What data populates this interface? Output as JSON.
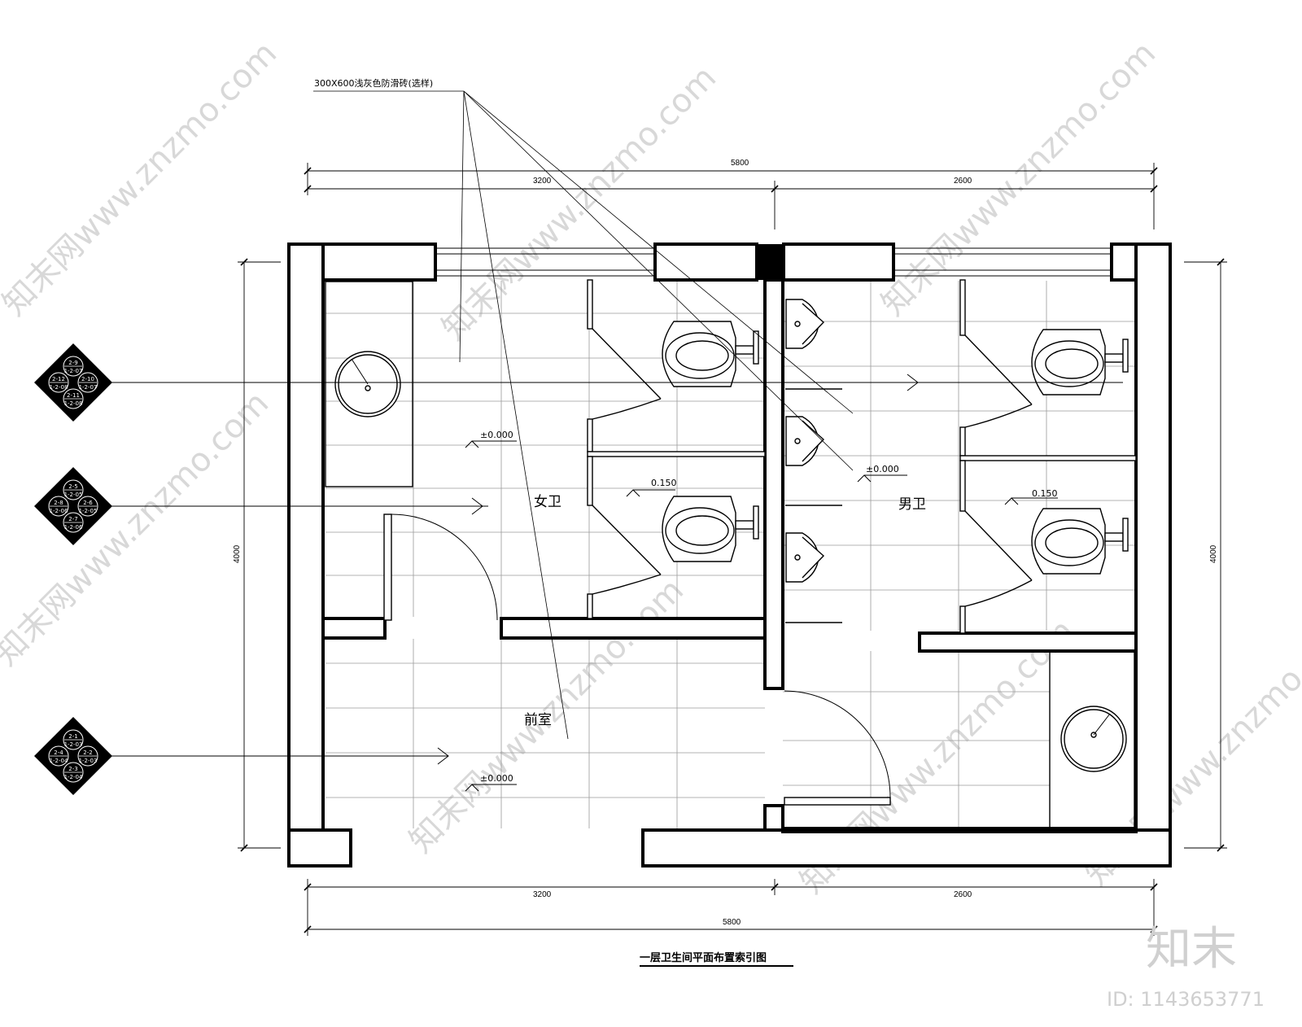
{
  "title": "一层卫生间平面布置索引图",
  "material_note": "300X600浅灰色防滑砖(选样)",
  "dimensions": {
    "top_total": "5800",
    "top_left": "3200",
    "top_right": "2600",
    "bottom_left": "3200",
    "bottom_right": "2600",
    "bottom_total": "5800",
    "left_height": "4000",
    "right_height": "4000"
  },
  "rooms": {
    "women": "女卫",
    "men": "男卫",
    "anteroom": "前室"
  },
  "levels": {
    "women_floor": "±0.000",
    "women_stall": "0.150",
    "men_floor": "±0.000",
    "men_stall": "0.150",
    "anteroom_floor": "±0.000"
  },
  "index_symbols": [
    {
      "top": "2-9",
      "top_sub": "1-2-07",
      "left": "2-12",
      "left_sub": "1-2-08",
      "right": "2-10",
      "right_sub": "1-2-07",
      "bottom": "2-11",
      "bottom_sub": "1-2-08"
    },
    {
      "top": "2-5",
      "top_sub": "1-2-05",
      "left": "2-8",
      "left_sub": "1-2-06",
      "right": "2-6",
      "right_sub": "1-2-05",
      "bottom": "2-7",
      "bottom_sub": "1-2-06"
    },
    {
      "top": "2-1",
      "top_sub": "1-2-03",
      "left": "2-4",
      "left_sub": "1-2-04",
      "right": "2-2",
      "right_sub": "1-2-03",
      "bottom": "2-3",
      "bottom_sub": "1-2-04"
    }
  ],
  "watermark": {
    "site": "知末网www.znzmo.com",
    "brand": "知末",
    "id": "ID: 1143653771"
  }
}
